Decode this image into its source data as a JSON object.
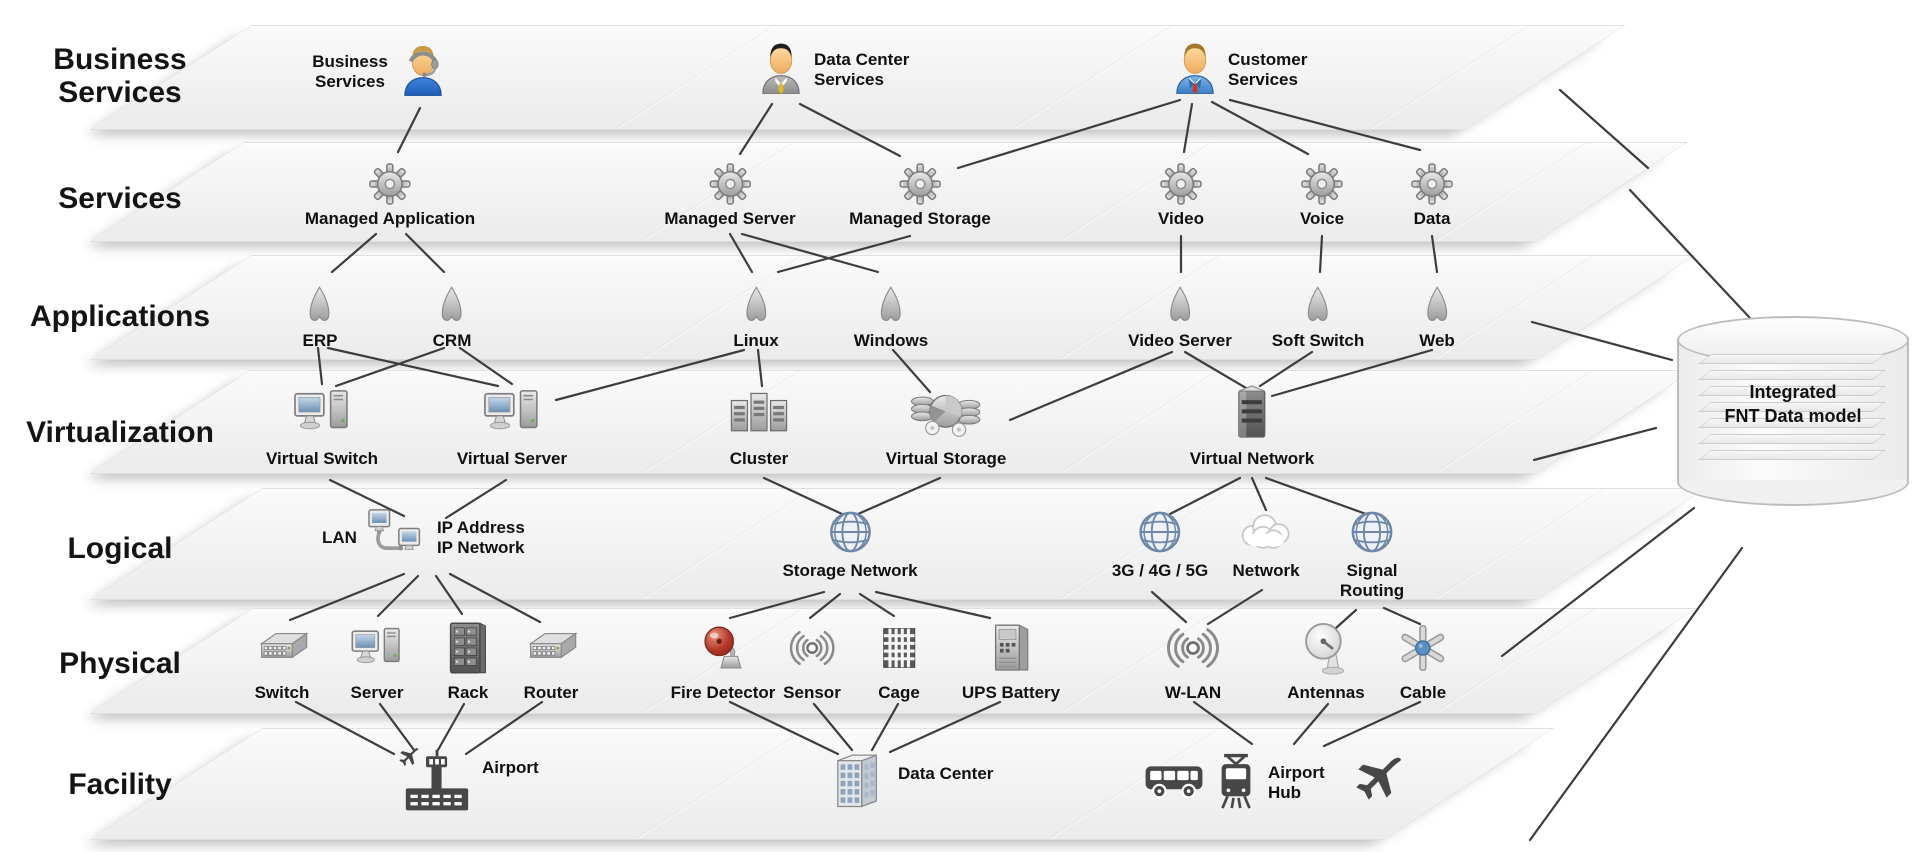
{
  "layers": [
    {
      "name": "Business Services",
      "items": [
        {
          "label": "Business Services",
          "icon": "person-headset-icon"
        },
        {
          "label": "Data Center Services",
          "icon": "person-gray-suit-icon"
        },
        {
          "label": "Customer Services",
          "icon": "person-blue-suit-icon"
        }
      ]
    },
    {
      "name": "Services",
      "items": [
        {
          "label": "Managed Application",
          "icon": "gear-icon"
        },
        {
          "label": "Managed Server",
          "icon": "gear-icon"
        },
        {
          "label": "Managed Storage",
          "icon": "gear-icon"
        },
        {
          "label": "Video",
          "icon": "gear-icon"
        },
        {
          "label": "Voice",
          "icon": "gear-icon"
        },
        {
          "label": "Data",
          "icon": "gear-icon"
        }
      ]
    },
    {
      "name": "Applications",
      "items": [
        {
          "label": "ERP",
          "icon": "app-spade-icon"
        },
        {
          "label": "CRM",
          "icon": "app-spade-icon"
        },
        {
          "label": "Linux",
          "icon": "app-spade-icon"
        },
        {
          "label": "Windows",
          "icon": "app-spade-icon"
        },
        {
          "label": "Video Server",
          "icon": "app-spade-icon"
        },
        {
          "label": "Soft Switch",
          "icon": "app-spade-icon"
        },
        {
          "label": "Web",
          "icon": "app-spade-icon"
        }
      ]
    },
    {
      "name": "Virtualization",
      "items": [
        {
          "label": "Virtual Switch",
          "icon": "workstation-icon"
        },
        {
          "label": "Virtual Server",
          "icon": "workstation-icon"
        },
        {
          "label": "Cluster",
          "icon": "server-cluster-icon"
        },
        {
          "label": "Virtual Storage",
          "icon": "disk-storage-icon"
        },
        {
          "label": "Virtual Network",
          "icon": "server-tower-icon"
        }
      ]
    },
    {
      "name": "Logical",
      "items": [
        {
          "label": "LAN",
          "icon": "lan-computers-icon"
        },
        {
          "label": "IP Address IP Network",
          "icon": "lan-computers-icon"
        },
        {
          "label": "Storage Network",
          "icon": "globe-icon"
        },
        {
          "label": "3G / 4G / 5G",
          "icon": "globe-icon"
        },
        {
          "label": "Network",
          "icon": "cloud-icon"
        },
        {
          "label": "Signal Routing",
          "icon": "globe-icon"
        }
      ]
    },
    {
      "name": "Physical",
      "items": [
        {
          "label": "Switch",
          "icon": "network-switch-icon"
        },
        {
          "label": "Server",
          "icon": "workstation-icon"
        },
        {
          "label": "Rack",
          "icon": "rack-cabinet-icon"
        },
        {
          "label": "Router",
          "icon": "network-switch-icon"
        },
        {
          "label": "Fire Detector",
          "icon": "fire-alarm-icon"
        },
        {
          "label": "Sensor",
          "icon": "signal-waves-icon"
        },
        {
          "label": "Cage",
          "icon": "cage-grid-icon"
        },
        {
          "label": "UPS Battery",
          "icon": "ups-box-icon"
        },
        {
          "label": "W-LAN",
          "icon": "signal-waves-icon"
        },
        {
          "label": "Antennas",
          "icon": "satellite-dish-icon"
        },
        {
          "label": "Cable",
          "icon": "cable-star-icon"
        }
      ]
    },
    {
      "name": "Facility",
      "items": [
        {
          "label": "Airport",
          "icon": "airport-tower-icon"
        },
        {
          "label": "Data Center",
          "icon": "building-icon"
        },
        {
          "label": "Airport Hub",
          "icon": "bus-tram-plane-icons"
        }
      ]
    }
  ],
  "model": {
    "lines": [
      "Integrated",
      "FNT Data model"
    ]
  },
  "connections": [
    [
      "Business Services",
      "Managed Application"
    ],
    [
      "Data Center Services",
      "Managed Server"
    ],
    [
      "Data Center Services",
      "Managed Storage"
    ],
    [
      "Managed Storage",
      "Customer Services"
    ],
    [
      "Customer Services",
      "Video"
    ],
    [
      "Customer Services",
      "Voice"
    ],
    [
      "Customer Services",
      "Data"
    ],
    [
      "Managed Application",
      "ERP"
    ],
    [
      "Managed Application",
      "CRM"
    ],
    [
      "Managed Server",
      "Linux"
    ],
    [
      "Managed Server",
      "Windows"
    ],
    [
      "Managed Storage",
      "Linux"
    ],
    [
      "Video",
      "Video Server"
    ],
    [
      "Voice",
      "Soft Switch"
    ],
    [
      "Data",
      "Web"
    ],
    [
      "ERP",
      "Virtual Switch"
    ],
    [
      "ERP",
      "Virtual Server"
    ],
    [
      "CRM",
      "Virtual Switch"
    ],
    [
      "CRM",
      "Virtual Server"
    ],
    [
      "Linux",
      "Virtual Server"
    ],
    [
      "Linux",
      "Cluster"
    ],
    [
      "Windows",
      "Virtual Storage"
    ],
    [
      "Video Server",
      "Virtual Storage"
    ],
    [
      "Video Server",
      "Virtual Network"
    ],
    [
      "Soft Switch",
      "Virtual Network"
    ],
    [
      "Web",
      "Virtual Network"
    ],
    [
      "Virtual Switch",
      "LAN / IP"
    ],
    [
      "Virtual Server",
      "LAN / IP"
    ],
    [
      "Cluster",
      "Storage Network"
    ],
    [
      "Virtual Storage",
      "Storage Network"
    ],
    [
      "Virtual Network",
      "3G / 4G / 5G"
    ],
    [
      "Virtual Network",
      "Network"
    ],
    [
      "Virtual Network",
      "Signal Routing"
    ],
    [
      "LAN / IP",
      "Switch"
    ],
    [
      "LAN / IP",
      "Server"
    ],
    [
      "LAN / IP",
      "Rack"
    ],
    [
      "LAN / IP",
      "Router"
    ],
    [
      "Storage Network",
      "Fire Detector"
    ],
    [
      "Storage Network",
      "Sensor"
    ],
    [
      "Storage Network",
      "Cage"
    ],
    [
      "Storage Network",
      "UPS Battery"
    ],
    [
      "3G / 4G / 5G",
      "W-LAN"
    ],
    [
      "Network",
      "W-LAN"
    ],
    [
      "Signal Routing",
      "Antennas"
    ],
    [
      "Signal Routing",
      "Cable"
    ],
    [
      "Switch",
      "Airport"
    ],
    [
      "Server",
      "Airport"
    ],
    [
      "Rack",
      "Airport"
    ],
    [
      "Router",
      "Airport"
    ],
    [
      "Fire Detector",
      "Data Center"
    ],
    [
      "Sensor",
      "Data Center"
    ],
    [
      "Cage",
      "Data Center"
    ],
    [
      "UPS Battery",
      "Data Center"
    ],
    [
      "W-LAN",
      "Airport Hub"
    ],
    [
      "Antennas",
      "Airport Hub"
    ],
    [
      "Cable",
      "Airport Hub"
    ],
    [
      "Business Services layer",
      "Integrated FNT Data model"
    ],
    [
      "Services layer",
      "Integrated FNT Data model"
    ],
    [
      "Applications layer",
      "Integrated FNT Data model"
    ],
    [
      "Virtualization layer",
      "Integrated FNT Data model"
    ],
    [
      "Physical layer",
      "Integrated FNT Data model"
    ],
    [
      "Facility layer",
      "Integrated FNT Data model"
    ]
  ],
  "colors": {
    "band": "#f2f2f2",
    "line": "#3d3d3d",
    "accent_blue": "#2a6fd4",
    "alert_red": "#b5392a",
    "label": "#111111"
  }
}
